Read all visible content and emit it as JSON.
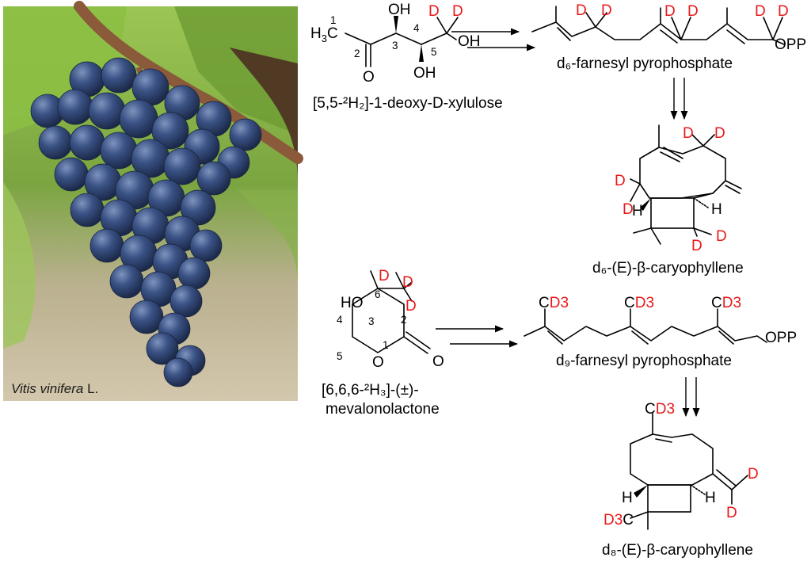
{
  "photo": {
    "caption_italic": "Vitis vinifera",
    "caption_rest": " L."
  },
  "atoms": {
    "D": "D",
    "OH": "OH",
    "O": "O",
    "H": "H",
    "HO": "HO",
    "H3C": "H3C",
    "OPP": "OPP",
    "C": "C",
    "D3": "D3",
    "D3C": "D3C"
  },
  "numbers": {
    "deoxyxylulose": [
      "1",
      "2",
      "3",
      "4",
      "5"
    ],
    "mevalonolactone": [
      "1",
      "2",
      "3",
      "4",
      "5",
      "6"
    ]
  },
  "labels": {
    "deoxyxylulose": "[5,5-²H₂]-1-deoxy-D-xylulose",
    "d6_fpp": "d₆-farnesyl pyrophosphate",
    "d6_caryophyllene": "d₆-(E)-β-caryophyllene",
    "mevalonolactone_line1": "[6,6,6-²H₃]-(±)-",
    "mevalonolactone_line2": "mevalonolactone",
    "d9_fpp": "d₉-farnesyl pyrophosphate",
    "d8_caryophyllene": "d₈-(E)-β-caryophyllene"
  },
  "colors": {
    "deuterium": "#e8191a",
    "text": "#000000",
    "leaf": "#6fa83a",
    "grape": "#2f4673",
    "stem": "#8a5a3a"
  }
}
